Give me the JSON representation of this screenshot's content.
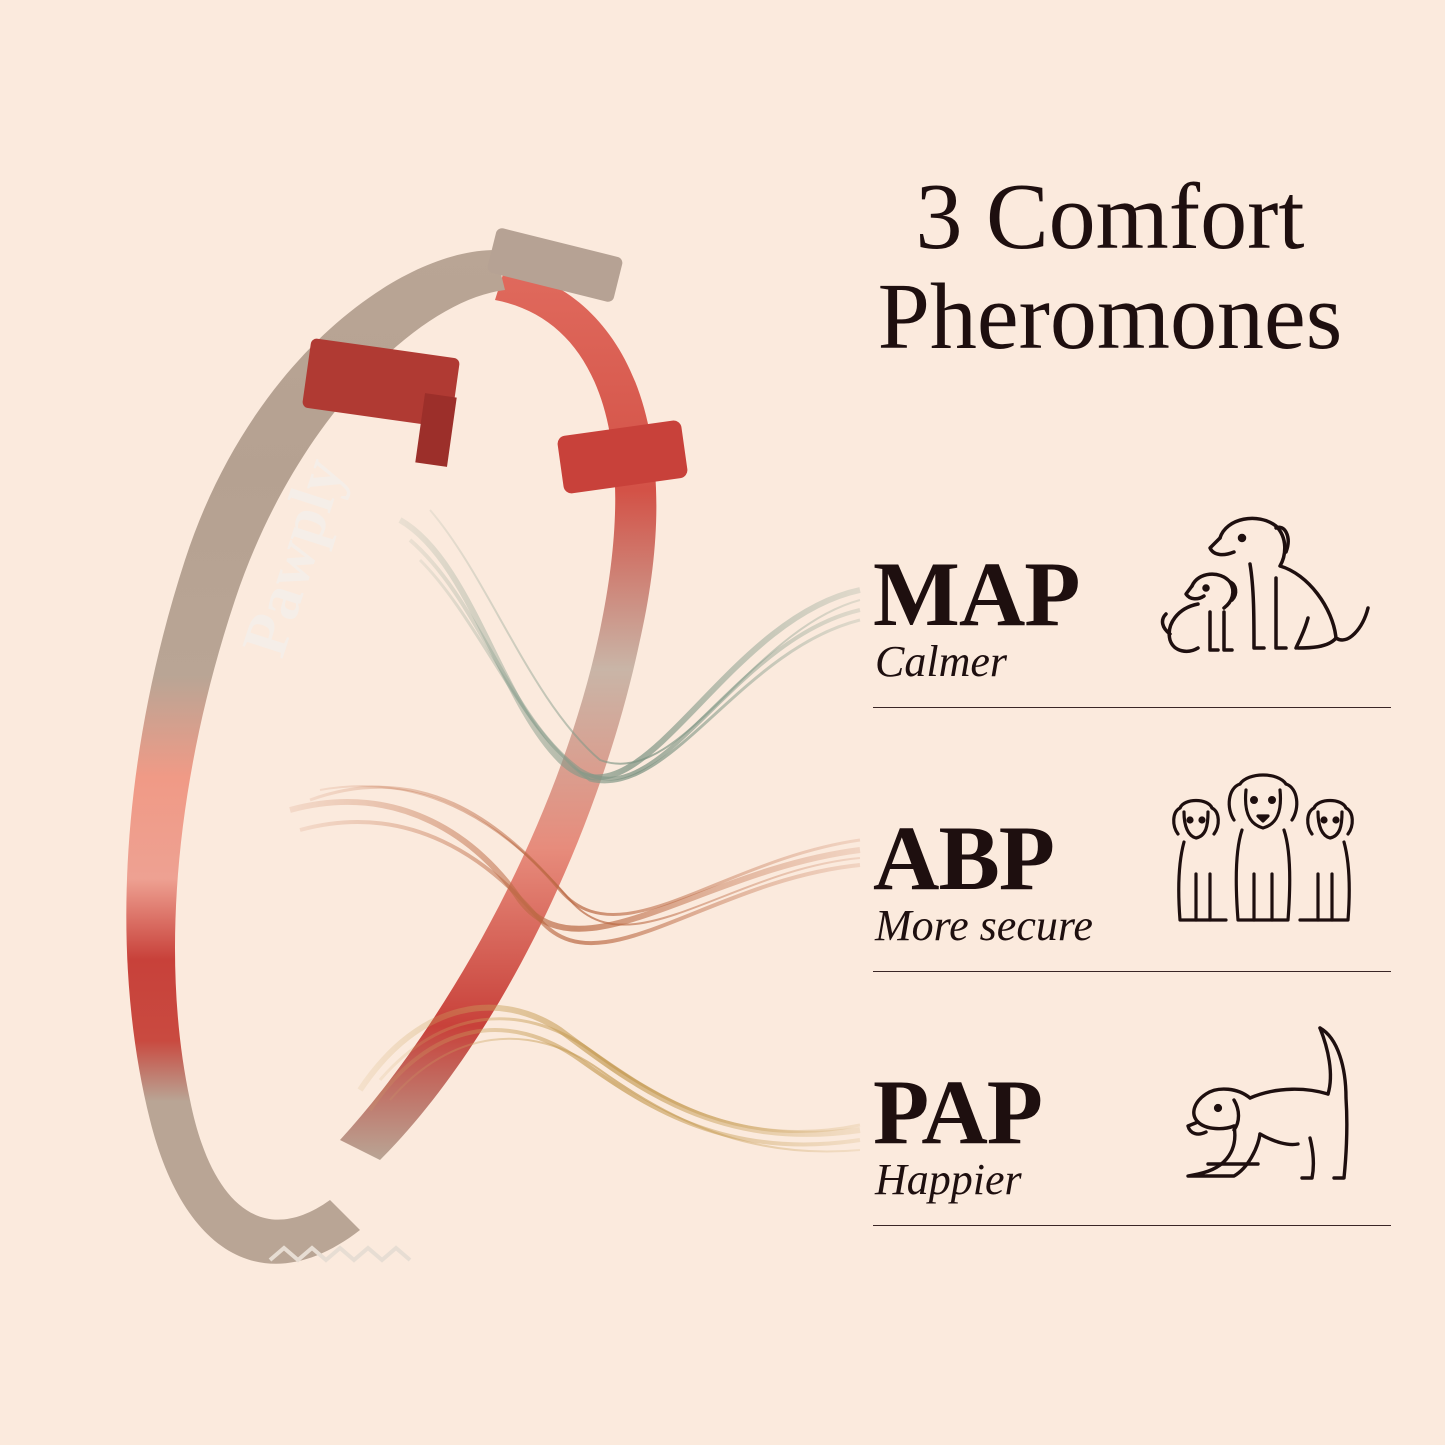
{
  "brand": "Pawply",
  "headline": {
    "line1": "3 Comfort",
    "line2": "Pheromones"
  },
  "benefits": [
    {
      "code": "MAP",
      "description": "Calmer",
      "icon": "dog-with-puppy-icon"
    },
    {
      "code": "ABP",
      "description": "More secure",
      "icon": "three-dogs-icon"
    },
    {
      "code": "PAP",
      "description": "Happier",
      "icon": "playful-dog-icon"
    }
  ],
  "colors": {
    "background": "#fbeadd",
    "text": "#1e0f0f",
    "collar_red": "#c8413a",
    "collar_pink": "#f09a86",
    "collar_taupe": "#b9a595",
    "wisp_green": "#8fa594",
    "wisp_orange": "#c97a55",
    "wisp_gold": "#cfa865"
  }
}
